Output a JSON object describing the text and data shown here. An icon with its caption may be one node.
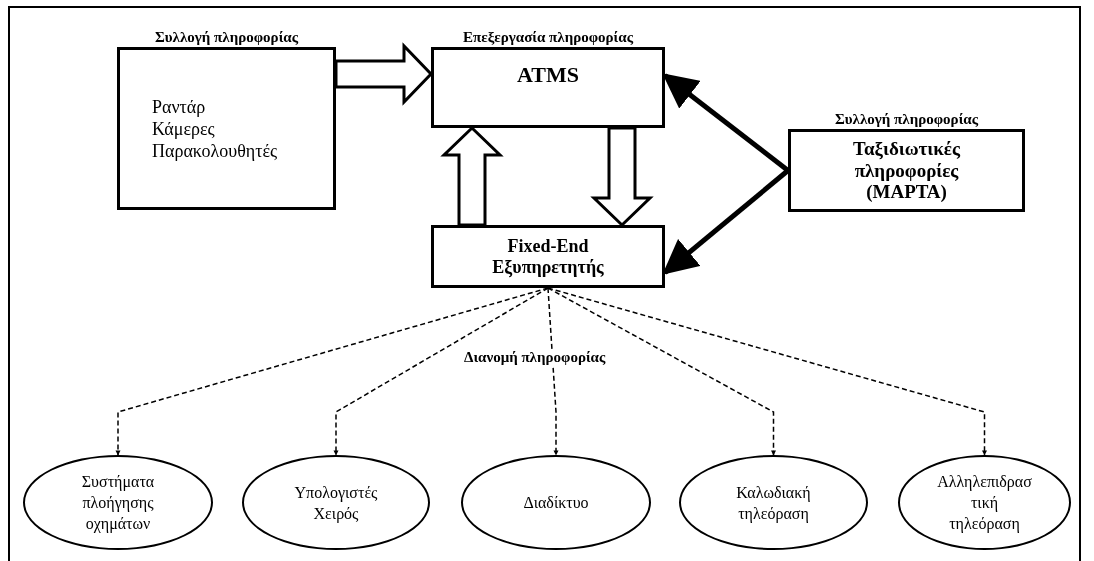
{
  "diagram": {
    "nodes": [
      {
        "text": [
          "Συλλογή πληροφορίας",
          "Ραντάρ",
          "Κάμερες",
          "Παρακολουθητές"
        ]
      },
      {
        "text": [
          "Επεξεργασία πληροφορίας",
          "ATMS"
        ]
      },
      {
        "text": [
          "Fixed-End Εξυπηρετητής"
        ]
      },
      {
        "text": [
          "Συλλογή πληροφορίας",
          "Ταξιδιωτικές πληροφορίες (ΜΑΡΤΑ)"
        ]
      },
      {
        "text": [
          "Συστήματα πλοήγησης οχημάτων"
        ]
      },
      {
        "text": [
          "Υπολογιστές Χειρός"
        ]
      },
      {
        "text": [
          "Διαδίκτυο"
        ]
      },
      {
        "text": [
          "Καλωδιακή τηλεόραση"
        ]
      },
      {
        "text": [
          "Αλληλεπιδρασ τική τηλεόραση"
        ]
      }
    ],
    "edges": [
      {
        "from": 0,
        "to": 1,
        "arrow": "to"
      },
      {
        "from": 2,
        "to": 1,
        "arrow": "to"
      },
      {
        "from": 1,
        "to": 2,
        "arrow": "to"
      },
      {
        "from": 3,
        "to": 1,
        "arrow": "to",
        "style": "thick"
      },
      {
        "from": 3,
        "to": 2,
        "arrow": "to",
        "style": "thick"
      },
      {
        "from": 2,
        "to": 4,
        "arrow": "to",
        "style": "dashed"
      },
      {
        "from": 2,
        "to": 5,
        "arrow": "to",
        "style": "dashed"
      },
      {
        "from": 2,
        "to": 6,
        "arrow": "to",
        "style": "dashed"
      },
      {
        "from": 2,
        "to": 7,
        "arrow": "to",
        "style": "dashed"
      },
      {
        "from": 2,
        "to": 8,
        "arrow": "to",
        "style": "dashed"
      }
    ],
    "labels": [
      "Διανομή πληροφορίας"
    ]
  }
}
